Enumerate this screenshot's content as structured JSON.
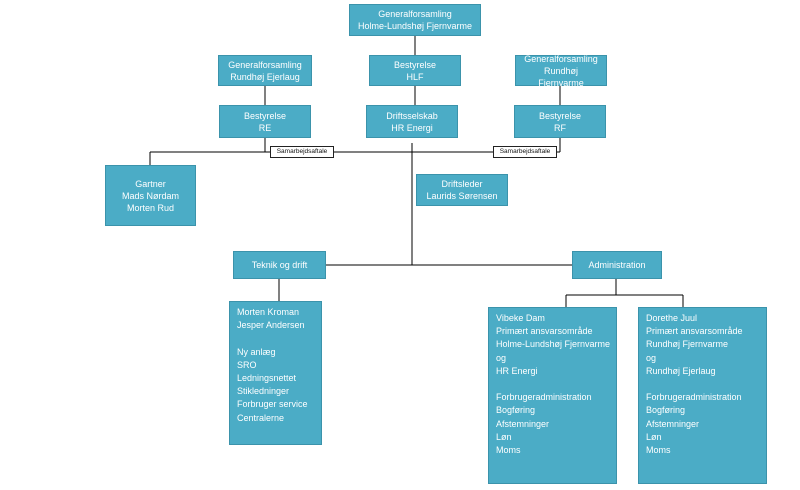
{
  "nodes": {
    "gf_hlf": [
      "Generalforsamling",
      "Holme-Lundshøj Fjernvarme"
    ],
    "gf_re": [
      "Generalforsamling",
      "Rundhøj Ejerlaug"
    ],
    "best_hlf": [
      "Bestyrelse",
      "HLF"
    ],
    "gf_rf": [
      "Generalforsamling",
      "Rundhøj Fjernvarme"
    ],
    "best_re": [
      "Bestyrelse",
      "RE"
    ],
    "drift_hr": [
      "Driftsselskab",
      "HR Energi"
    ],
    "best_rf": [
      "Bestyrelse",
      "RF"
    ],
    "gartner": [
      "Gartner",
      "Mads Nørdam",
      "Morten Rud"
    ],
    "driftsleder": [
      "Driftsleder",
      "Laurids Sørensen"
    ],
    "teknik": [
      "Teknik og drift"
    ],
    "admin": [
      "Administration"
    ],
    "teknik_staff": [
      "Morten Kroman",
      "Jesper Andersen",
      "",
      "Ny anlæg",
      "SRO",
      "Ledningsnettet",
      "Stikledninger",
      "Forbruger service",
      "Centralerne"
    ],
    "vibeke": [
      "Vibeke Dam",
      "Primært ansvarsområde",
      "Holme-Lundshøj Fjernvarme",
      "og",
      "HR Energi",
      "",
      "Forbrugeradministration",
      "Bogføring",
      "Afstemninger",
      "Løn",
      "Moms"
    ],
    "dorethe": [
      "Dorethe Juul",
      "Primært ansvarsområde",
      "Rundhøj Fjernvarme",
      "og",
      "Rundhøj Ejerlaug",
      "",
      "Forbrugeradministration",
      "Bogføring",
      "Afstemninger",
      "Løn",
      "Moms"
    ]
  },
  "tags": {
    "left": "Samarbejdsaftale",
    "right": "Samarbejdsaftale"
  },
  "colors": {
    "box_fill": "#4bacc6",
    "box_text": "#ffffff",
    "line": "#000000"
  }
}
